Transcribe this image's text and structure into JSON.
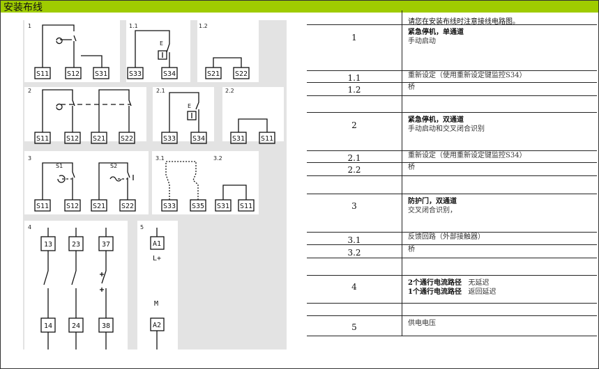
{
  "header": {
    "title": "安装布线"
  },
  "table": {
    "note": "请您在安装布线时注意接线电路图。",
    "rows": [
      {
        "num": "1",
        "title": "紧急停机，单通道",
        "desc": "手动启动"
      },
      {
        "num": "1.1",
        "title": "",
        "desc": "重新设定（使用重新设定键监控S34）"
      },
      {
        "num": "1.2",
        "title": "",
        "desc": "桥"
      },
      {
        "num": "2",
        "title": "紧急停机，双通道",
        "desc": "手动启动和交叉闭合识别"
      },
      {
        "num": "2.1",
        "title": "",
        "desc": "重新设定（使用重新设定键监控S34）"
      },
      {
        "num": "2.2",
        "title": "",
        "desc": "桥"
      },
      {
        "num": "3",
        "title": "防护门，双通道",
        "desc": "交叉闭合识别，"
      },
      {
        "num": "3.1",
        "title": "",
        "desc": "反馈回路（外部接触器）"
      },
      {
        "num": "3.2",
        "title": "",
        "desc": "桥"
      },
      {
        "num": "4",
        "title": "2个通行电流路径",
        "desc": "无延迟",
        "title2": "1个通行电流路径",
        "desc2": "返回延迟"
      },
      {
        "num": "5",
        "title": "",
        "desc": "供电电压"
      }
    ]
  },
  "diagram": {
    "labels": {
      "n1": "1",
      "n11": "1.1",
      "n12": "1.2",
      "n2": "2",
      "n21": "2.1",
      "n22": "2.2",
      "n3": "3",
      "n31": "3.1",
      "n32": "3.2",
      "n4": "4",
      "n5": "5",
      "s1": "S1",
      "s2": "S2",
      "e": "E",
      "lplus": "L+",
      "m": "M",
      "S11": "S11",
      "S12": "S12",
      "S31": "S31",
      "S33": "S33",
      "S34": "S34",
      "S21": "S21",
      "S22": "S22",
      "S35": "S35",
      "t13": "13",
      "t23": "23",
      "t37": "37",
      "t14": "14",
      "t24": "24",
      "t38": "38",
      "A1": "A1",
      "A2": "A2"
    }
  }
}
